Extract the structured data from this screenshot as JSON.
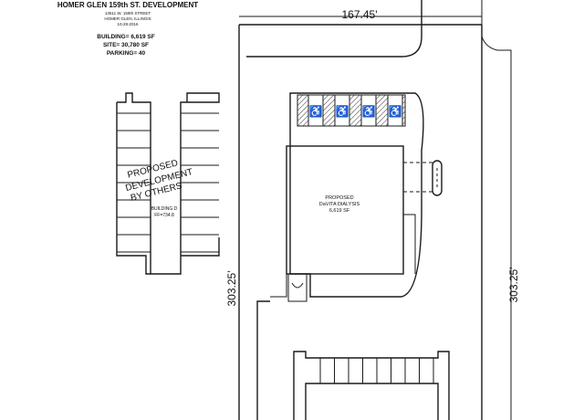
{
  "title_block": {
    "project": "HOMER GLEN 159th ST. DEVELOPMENT",
    "address": "13611 W. 159th STREET",
    "city": "HOMER GLEN, ILLINOIS",
    "date": "10-28-2016",
    "building": "BUILDING= 6,619 SF",
    "site": "SITE= 30,780 SF",
    "parking": "PARKING= 40"
  },
  "dimensions": {
    "top": "167.45'",
    "left": "303.25'",
    "right": "303.25'"
  },
  "left_area": {
    "line1": "PROPOSED",
    "line2": "DEVELOPMENT",
    "line3": "BY OTHERS",
    "building_name": "BUILDING D",
    "building_ff": "FF=734.8"
  },
  "main_building": {
    "line1": "PROPOSED",
    "line2": "DaVITA DIALYSIS",
    "line3": "6,619 SF"
  },
  "ada_symbols": [
    "♿",
    "♿",
    "♿",
    "♿"
  ]
}
